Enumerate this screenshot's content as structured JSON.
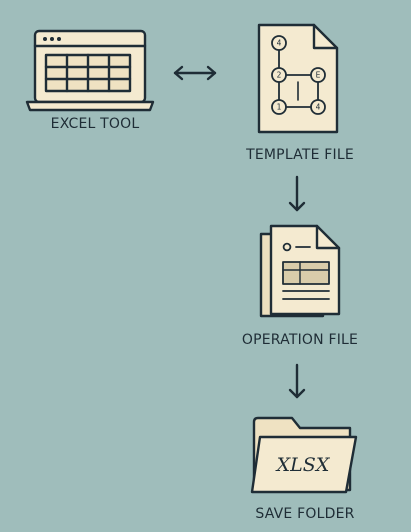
{
  "labels": {
    "excel_tool": "EXCEL TOOL",
    "template_file": "TEMPLATE FILE",
    "operation_file": "OPERATION FILE",
    "save_folder": "SAVE FOLDER"
  },
  "folder_text": "XLSX",
  "template_nodes": [
    "4",
    "2",
    "E",
    "1",
    "4"
  ],
  "colors": {
    "background": "#9fbdbb",
    "paper": "#f4ead0",
    "stroke": "#1f2d36"
  },
  "icons": {
    "excel_tool": "laptop-spreadsheet-icon",
    "template_file": "document-flowchart-icon",
    "operation_file": "document-stack-icon",
    "save_folder": "folder-icon"
  }
}
